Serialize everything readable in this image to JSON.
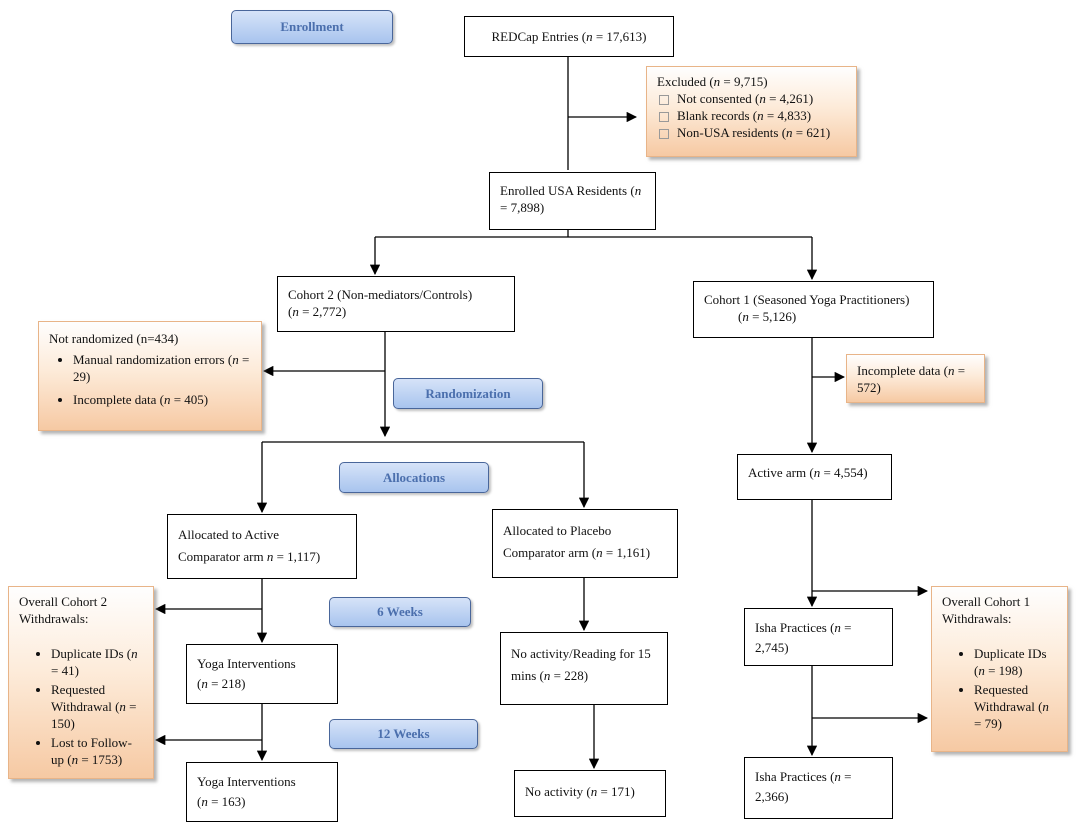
{
  "stages": {
    "enrollment": "Enrollment",
    "randomization": "Randomization",
    "allocations": "Allocations",
    "six_weeks": "6 Weeks",
    "twelve_weeks": "12 Weeks"
  },
  "redcap": {
    "label": "REDCap Entries (",
    "n": "n",
    "value": " = 17,613)"
  },
  "excluded": {
    "title": "Excluded (",
    "title_value": " = 9,715)",
    "items": [
      {
        "label": "Not consented (",
        "value": " = 4,261)"
      },
      {
        "label": "Blank records (",
        "value": " = 4,833)"
      },
      {
        "label": "Non-USA residents (",
        "value": " = 621)"
      }
    ]
  },
  "enrolled": {
    "label": "Enrolled USA Residents (",
    "value": " = 7,898)"
  },
  "cohort2": {
    "label": "Cohort 2 (Non-mediators/Controls)",
    "value": " = 2,772)"
  },
  "cohort1": {
    "label": "Cohort 1 (Seasoned Yoga Practitioners)",
    "value": " = 5,126)"
  },
  "not_randomized": {
    "title": "Not randomized (n=434)",
    "items": [
      {
        "label": "Manual randomization errors (",
        "value": " = 29)"
      },
      {
        "label": "Incomplete data (",
        "value": " = 405)"
      }
    ]
  },
  "incomplete1": {
    "label": "Incomplete data (",
    "value": " = 572)"
  },
  "active_arm": {
    "label": "Active arm (",
    "value": " = 4,554)"
  },
  "alloc_active": {
    "line1": "Allocated to Active",
    "line2": "Comparator arm ",
    "value": " = 1,117)"
  },
  "alloc_placebo": {
    "line1": "Allocated to Placebo",
    "line2": "Comparator arm (",
    "value": " = 1,161)"
  },
  "withdraw2": {
    "title": "Overall Cohort 2 Withdrawals:",
    "items": [
      {
        "label": "Duplicate IDs (",
        "value": " = 41)"
      },
      {
        "label": "Requested Withdrawal (",
        "value": " = 150)"
      },
      {
        "label": "Lost to Follow-up (",
        "value": " = 1753)"
      }
    ]
  },
  "withdraw1": {
    "title": "Overall Cohort 1 Withdrawals:",
    "items": [
      {
        "label": "Duplicate IDs (",
        "value": " = 198)"
      },
      {
        "label": "Requested Withdrawal (",
        "value": " = 79)"
      }
    ]
  },
  "yoga6": {
    "label": "Yoga Interventions",
    "value": " = 218)"
  },
  "yoga12": {
    "label": "Yoga Interventions",
    "value": " = 163)"
  },
  "no_activity_reading": {
    "label": "No activity/Reading for 15 mins (",
    "value": " = 228)"
  },
  "no_activity": {
    "label": "No activity (",
    "value": " = 171)"
  },
  "isha6": {
    "label": "Isha Practices (",
    "value": " = 2,745)"
  },
  "isha12": {
    "label": "Isha Practices (",
    "value": " = 2,366)"
  }
}
